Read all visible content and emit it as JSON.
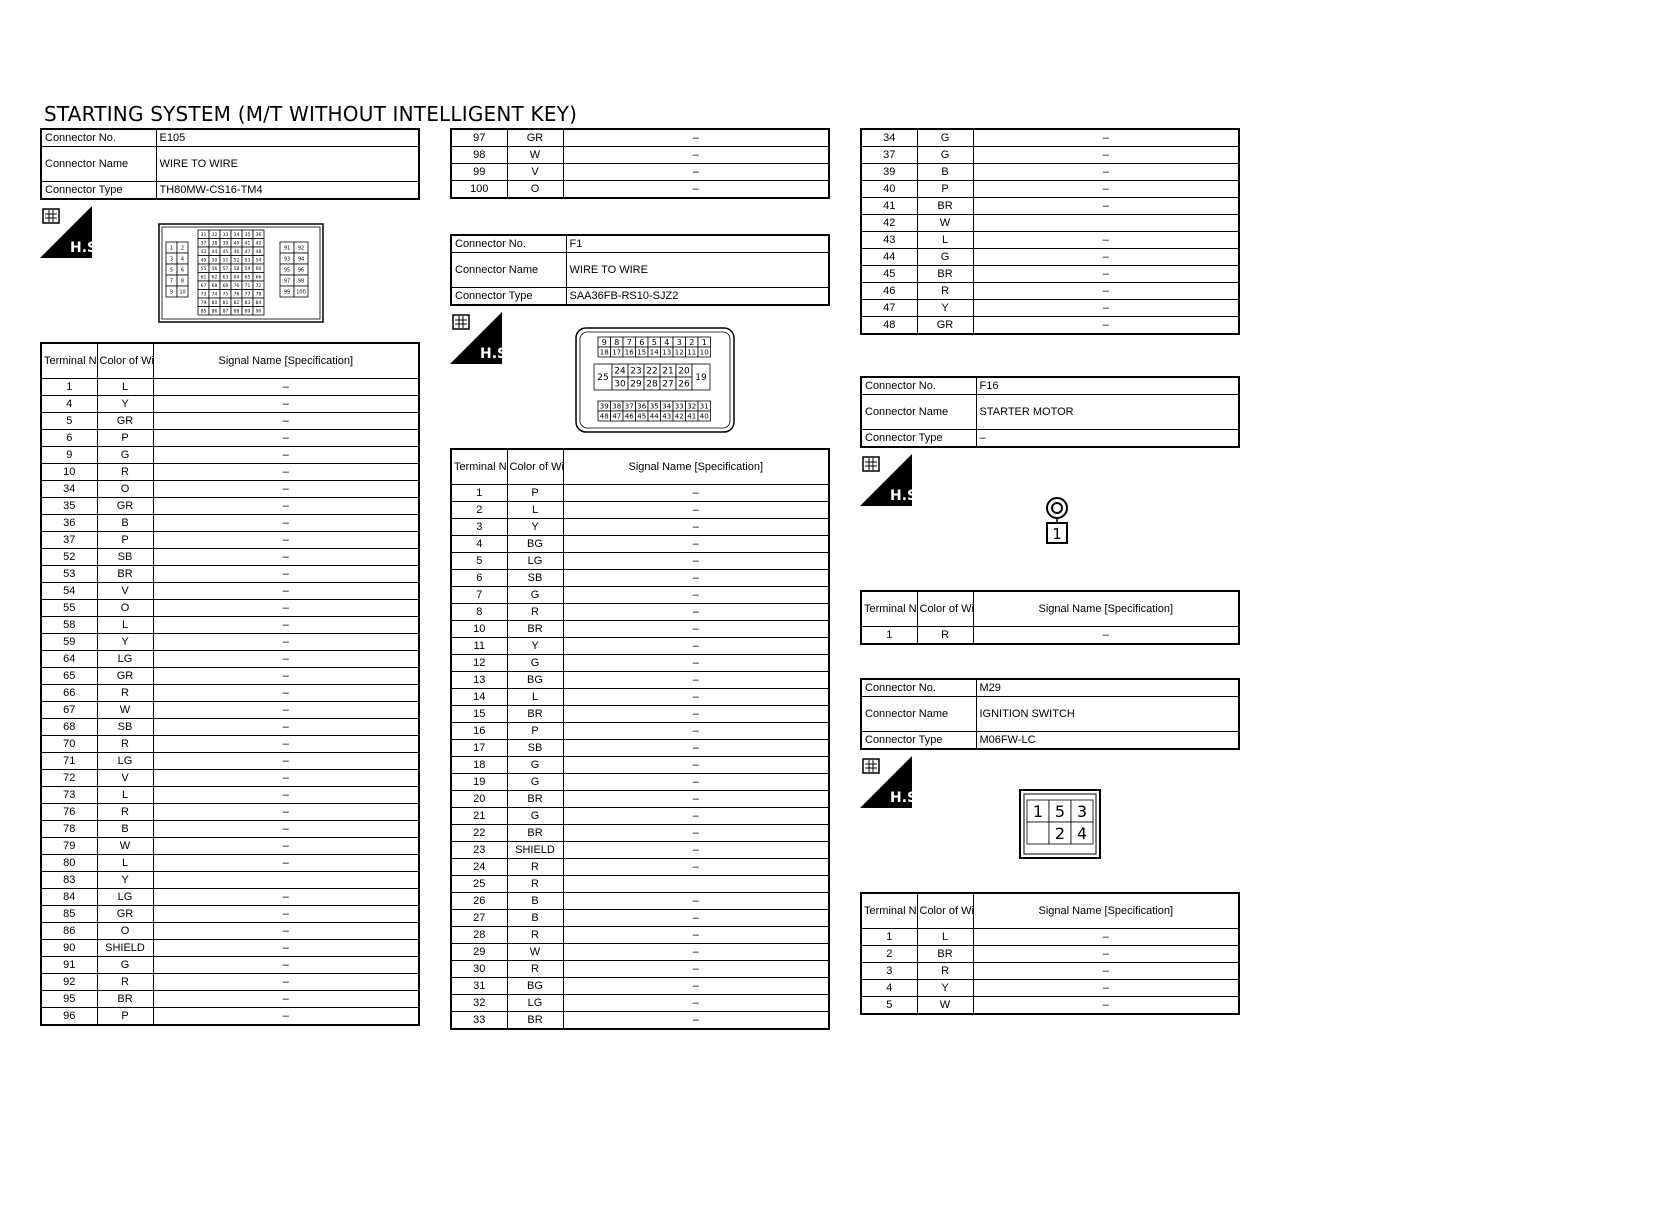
{
  "title": "STARTING SYSTEM (M/T WITHOUT INTELLIGENT KEY)",
  "labels": {
    "conn_no": "Connector No.",
    "conn_name": "Connector Name",
    "conn_type": "Connector Type",
    "terminal": "Terminal No.",
    "color": "Color of Wire",
    "signal": "Signal Name [Specification]",
    "hs": "H.S."
  },
  "colors": {
    "line": "#000000",
    "background": "#ffffff"
  },
  "e105": {
    "no": "E105",
    "name": "WIRE TO WIRE",
    "type": "TH80MW-CS16-TM4",
    "connector_pins": [
      [
        "1",
        "2",
        "3",
        "4",
        "5",
        "6",
        "7",
        "8",
        "9",
        "10"
      ],
      [
        "31",
        "32",
        "33",
        "34",
        "35",
        "36",
        "37",
        "38",
        "39",
        "40",
        "41",
        "42",
        "43",
        "44",
        "45",
        "46",
        "47",
        "48",
        "49",
        "50",
        "51",
        "52",
        "53",
        "54",
        "55",
        "56",
        "57",
        "58",
        "59",
        "60",
        "61",
        "62",
        "63",
        "64",
        "65",
        "66",
        "67",
        "68",
        "69",
        "70",
        "71",
        "72",
        "73",
        "74",
        "75",
        "76",
        "77",
        "78",
        "79",
        "80",
        "81",
        "82",
        "83",
        "84",
        "85",
        "86",
        "87",
        "88",
        "89",
        "90"
      ],
      [
        "91",
        "92",
        "93",
        "94",
        "95",
        "96",
        "97",
        "98",
        "99",
        "100"
      ]
    ],
    "rows": [
      [
        "1",
        "L",
        "–"
      ],
      [
        "4",
        "Y",
        "–"
      ],
      [
        "5",
        "GR",
        "–"
      ],
      [
        "6",
        "P",
        "–"
      ],
      [
        "9",
        "G",
        "–"
      ],
      [
        "10",
        "R",
        "–"
      ],
      [
        "34",
        "O",
        "–"
      ],
      [
        "35",
        "GR",
        "–"
      ],
      [
        "36",
        "B",
        "–"
      ],
      [
        "37",
        "P",
        "–"
      ],
      [
        "52",
        "SB",
        "–"
      ],
      [
        "53",
        "BR",
        "–"
      ],
      [
        "54",
        "V",
        "–"
      ],
      [
        "55",
        "O",
        "–"
      ],
      [
        "58",
        "L",
        "–"
      ],
      [
        "59",
        "Y",
        "–"
      ],
      [
        "64",
        "LG",
        "–"
      ],
      [
        "65",
        "GR",
        "–"
      ],
      [
        "66",
        "R",
        "–"
      ],
      [
        "67",
        "W",
        "–"
      ],
      [
        "68",
        "SB",
        "–"
      ],
      [
        "70",
        "R",
        "–"
      ],
      [
        "71",
        "LG",
        "–"
      ],
      [
        "72",
        "V",
        "–"
      ],
      [
        "73",
        "L",
        "–"
      ],
      [
        "76",
        "R",
        "–"
      ],
      [
        "78",
        "B",
        "–"
      ],
      [
        "79",
        "W",
        "–"
      ],
      [
        "80",
        "L",
        "–"
      ],
      [
        "83",
        "Y",
        ""
      ],
      [
        "84",
        "LG",
        "–"
      ],
      [
        "85",
        "GR",
        "–"
      ],
      [
        "86",
        "O",
        "–"
      ],
      [
        "90",
        "SHIELD",
        "–"
      ],
      [
        "91",
        "G",
        "–"
      ],
      [
        "92",
        "R",
        "–"
      ],
      [
        "95",
        "BR",
        "–"
      ],
      [
        "96",
        "P",
        "–"
      ]
    ],
    "rows_cont": [
      [
        "97",
        "GR",
        "–"
      ],
      [
        "98",
        "W",
        "–"
      ],
      [
        "99",
        "V",
        "–"
      ],
      [
        "100",
        "O",
        "–"
      ]
    ]
  },
  "f1": {
    "no": "F1",
    "name": "WIRE TO WIRE",
    "type": "SAA36FB-RS10-SJZ2",
    "pins_top": [
      "9",
      "8",
      "7",
      "6",
      "5",
      "4",
      "3",
      "2",
      "1"
    ],
    "pins_top2": [
      "18",
      "17",
      "16",
      "15",
      "14",
      "13",
      "12",
      "11",
      "10"
    ],
    "pins_mid1": [
      "24",
      "23",
      "22",
      "21",
      "20"
    ],
    "pins_mid2": [
      "30",
      "29",
      "28",
      "27",
      "26"
    ],
    "pin_left": "25",
    "pin_right": "19",
    "pins_bot1": [
      "39",
      "38",
      "37",
      "36",
      "35",
      "34",
      "33",
      "32",
      "31"
    ],
    "pins_bot2": [
      "48",
      "47",
      "46",
      "45",
      "44",
      "43",
      "42",
      "41",
      "40"
    ],
    "rows": [
      [
        "1",
        "P",
        "–"
      ],
      [
        "2",
        "L",
        "–"
      ],
      [
        "3",
        "Y",
        "–"
      ],
      [
        "4",
        "BG",
        "–"
      ],
      [
        "5",
        "LG",
        "–"
      ],
      [
        "6",
        "SB",
        "–"
      ],
      [
        "7",
        "G",
        "–"
      ],
      [
        "8",
        "R",
        "–"
      ],
      [
        "10",
        "BR",
        "–"
      ],
      [
        "11",
        "Y",
        "–"
      ],
      [
        "12",
        "G",
        "–"
      ],
      [
        "13",
        "BG",
        "–"
      ],
      [
        "14",
        "L",
        "–"
      ],
      [
        "15",
        "BR",
        "–"
      ],
      [
        "16",
        "P",
        "–"
      ],
      [
        "17",
        "SB",
        "–"
      ],
      [
        "18",
        "G",
        "–"
      ],
      [
        "19",
        "G",
        "–"
      ],
      [
        "20",
        "BR",
        "–"
      ],
      [
        "21",
        "G",
        "–"
      ],
      [
        "22",
        "BR",
        "–"
      ],
      [
        "23",
        "SHIELD",
        "–"
      ],
      [
        "24",
        "R",
        "–"
      ],
      [
        "25",
        "R",
        ""
      ],
      [
        "26",
        "B",
        "–"
      ],
      [
        "27",
        "B",
        "–"
      ],
      [
        "28",
        "R",
        "–"
      ],
      [
        "29",
        "W",
        "–"
      ],
      [
        "30",
        "R",
        "–"
      ],
      [
        "31",
        "BG",
        "–"
      ],
      [
        "32",
        "LG",
        "–"
      ],
      [
        "33",
        "BR",
        "–"
      ]
    ],
    "rows_cont": [
      [
        "34",
        "G",
        "–"
      ],
      [
        "37",
        "G",
        "–"
      ],
      [
        "39",
        "B",
        "–"
      ],
      [
        "40",
        "P",
        "–"
      ],
      [
        "41",
        "BR",
        "–"
      ],
      [
        "42",
        "W",
        ""
      ],
      [
        "43",
        "L",
        "–"
      ],
      [
        "44",
        "G",
        "–"
      ],
      [
        "45",
        "BR",
        "–"
      ],
      [
        "46",
        "R",
        "–"
      ],
      [
        "47",
        "Y",
        "–"
      ],
      [
        "48",
        "GR",
        "–"
      ]
    ]
  },
  "f16": {
    "no": "F16",
    "name": "STARTER MOTOR",
    "type": "–",
    "pin": "1",
    "rows": [
      [
        "1",
        "R",
        "–"
      ]
    ]
  },
  "m29": {
    "no": "M29",
    "name": "IGNITION SWITCH",
    "type": "M06FW-LC",
    "pins_top": [
      "1",
      "5",
      "3"
    ],
    "pins_bot": [
      "2",
      "4"
    ],
    "rows": [
      [
        "1",
        "L",
        "–"
      ],
      [
        "2",
        "BR",
        "–"
      ],
      [
        "3",
        "R",
        "–"
      ],
      [
        "4",
        "Y",
        "–"
      ],
      [
        "5",
        "W",
        "–"
      ]
    ]
  }
}
